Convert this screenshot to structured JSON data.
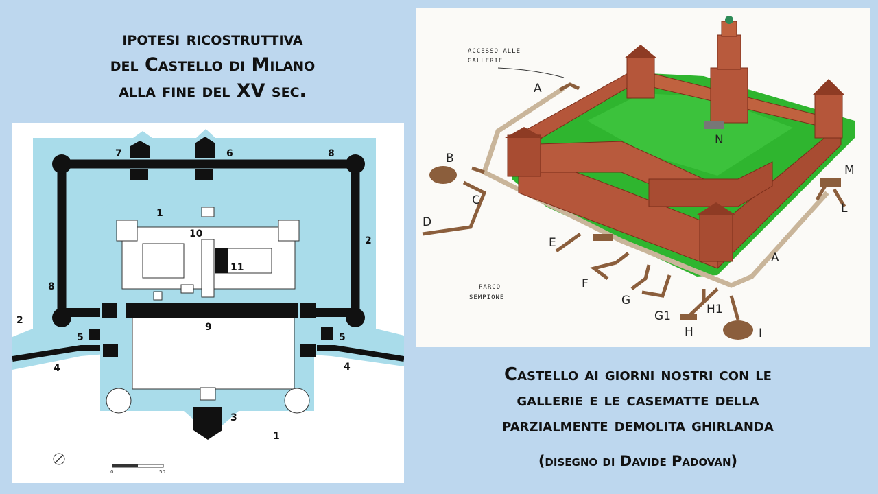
{
  "left_title": [
    "ipotesi ricostruttiva",
    "del Castello di Milano",
    "alla fine del XV sec."
  ],
  "right_title": [
    "Castello ai giorni nostri con le",
    "gallerie e le casematte della",
    "parzialmente demolita ghirlanda"
  ],
  "credit": "(disegno di Davide Padovan)",
  "plan": {
    "labels": {
      "n1_top": "1",
      "n1_bottom": "1",
      "n2_left": "2",
      "n2_right": "2",
      "n3": "3",
      "n4_left": "4",
      "n4_right": "4",
      "n5_left": "5",
      "n5_right": "5",
      "n6": "6",
      "n7": "7",
      "n8_left": "8",
      "n8_right": "8",
      "n9": "9",
      "n10": "10",
      "n11": "11"
    },
    "scale": {
      "start": "0",
      "end": "50"
    },
    "colors": {
      "moat": "#a9dcea",
      "wall": "#111111",
      "ground": "#ffffff"
    }
  },
  "iso": {
    "access_note": [
      "ACCESSO ALLE",
      "GALLERIE"
    ],
    "park_note": [
      "PARCO",
      "SEMPIONE"
    ],
    "labels": {
      "A1": "A",
      "A2": "A",
      "B": "B",
      "C": "C",
      "D": "D",
      "E": "E",
      "F": "F",
      "G": "G",
      "G1": "G1",
      "H": "H",
      "H1": "H1",
      "I": "I",
      "L": "L",
      "M": "M",
      "N": "N"
    },
    "colors": {
      "brick": "#b5563a",
      "roof": "#8e3b24",
      "lawn": "#2fb52f",
      "tunnel": "#8b5e3c"
    }
  }
}
